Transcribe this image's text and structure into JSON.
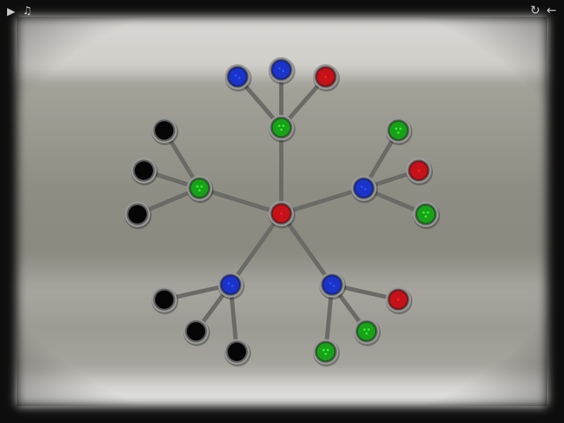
{
  "hud": {
    "play_icon": "play-icon",
    "music_icon": "music-note-icon",
    "restart_icon": "restart-icon",
    "back_icon": "back-arrow-icon"
  },
  "colors": {
    "red": "#c41218",
    "blue": "#1a33c9",
    "green": "#1aa11a",
    "black": "#050505",
    "edge": "#6a6a66",
    "ring": "#5d5d5d",
    "frame": "#0d0d0d",
    "board_light": "#d4d3cf",
    "board_dark": "#8c8b82"
  },
  "puzzle": {
    "nodes": [
      {
        "id": "center",
        "color": "red",
        "dots": 1
      },
      {
        "id": "top-hub",
        "color": "green",
        "dots": 3
      },
      {
        "id": "top-left-leaf",
        "color": "blue",
        "dots": 2
      },
      {
        "id": "top-mid-leaf",
        "color": "blue",
        "dots": 2
      },
      {
        "id": "top-right-leaf",
        "color": "red",
        "dots": 1
      },
      {
        "id": "left-hub",
        "color": "green",
        "dots": 3
      },
      {
        "id": "left-leaf-1",
        "color": "black",
        "dots": 0
      },
      {
        "id": "left-leaf-2",
        "color": "black",
        "dots": 0
      },
      {
        "id": "left-leaf-3",
        "color": "black",
        "dots": 0
      },
      {
        "id": "right-hub",
        "color": "blue",
        "dots": 2
      },
      {
        "id": "right-leaf-1",
        "color": "green",
        "dots": 3
      },
      {
        "id": "right-leaf-2",
        "color": "red",
        "dots": 1
      },
      {
        "id": "right-leaf-3",
        "color": "green",
        "dots": 3
      },
      {
        "id": "bottom-left-hub",
        "color": "blue",
        "dots": 2
      },
      {
        "id": "bottom-left-leaf-1",
        "color": "black",
        "dots": 0
      },
      {
        "id": "bottom-left-leaf-2",
        "color": "black",
        "dots": 0
      },
      {
        "id": "bottom-left-leaf-3",
        "color": "black",
        "dots": 0
      },
      {
        "id": "bottom-right-hub",
        "color": "blue",
        "dots": 2
      },
      {
        "id": "bottom-right-leaf-1",
        "color": "red",
        "dots": 1
      },
      {
        "id": "bottom-right-leaf-2",
        "color": "green",
        "dots": 3
      },
      {
        "id": "bottom-right-leaf-3",
        "color": "green",
        "dots": 3
      }
    ],
    "edges": [
      [
        "center",
        "top-hub"
      ],
      [
        "center",
        "left-hub"
      ],
      [
        "center",
        "right-hub"
      ],
      [
        "center",
        "bottom-left-hub"
      ],
      [
        "center",
        "bottom-right-hub"
      ],
      [
        "top-hub",
        "top-left-leaf"
      ],
      [
        "top-hub",
        "top-mid-leaf"
      ],
      [
        "top-hub",
        "top-right-leaf"
      ],
      [
        "left-hub",
        "left-leaf-1"
      ],
      [
        "left-hub",
        "left-leaf-2"
      ],
      [
        "left-hub",
        "left-leaf-3"
      ],
      [
        "right-hub",
        "right-leaf-1"
      ],
      [
        "right-hub",
        "right-leaf-2"
      ],
      [
        "right-hub",
        "right-leaf-3"
      ],
      [
        "bottom-left-hub",
        "bottom-left-leaf-1"
      ],
      [
        "bottom-left-hub",
        "bottom-left-leaf-2"
      ],
      [
        "bottom-left-hub",
        "bottom-left-leaf-3"
      ],
      [
        "bottom-right-hub",
        "bottom-right-leaf-1"
      ],
      [
        "bottom-right-hub",
        "bottom-right-leaf-2"
      ],
      [
        "bottom-right-hub",
        "bottom-right-leaf-3"
      ]
    ]
  }
}
